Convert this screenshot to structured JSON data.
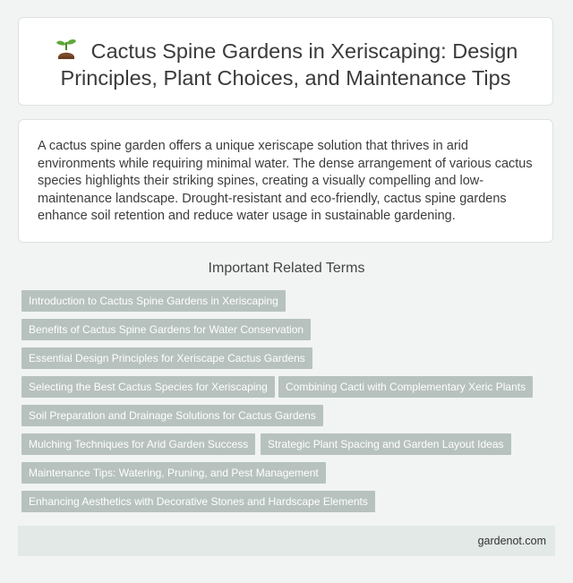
{
  "header": {
    "icon": "seedling-icon",
    "title": "Cactus Spine Gardens in Xeriscaping: Design Principles, Plant Choices, and Maintenance Tips"
  },
  "summary": {
    "text": "A cactus spine garden offers a unique xeriscape solution that thrives in arid environments while requiring minimal water. The dense arrangement of various cactus species highlights their striking spines, creating a visually compelling and low-maintenance landscape. Drought-resistant and eco-friendly, cactus spine gardens enhance soil retention and reduce water usage in sustainable gardening."
  },
  "related": {
    "heading": "Important Related Terms",
    "terms": [
      "Introduction to Cactus Spine Gardens in Xeriscaping",
      "Benefits of Cactus Spine Gardens for Water Conservation",
      "Essential Design Principles for Xeriscape Cactus Gardens",
      "Selecting the Best Cactus Species for Xeriscaping",
      "Combining Cacti with Complementary Xeric Plants",
      "Soil Preparation and Drainage Solutions for Cactus Gardens",
      "Mulching Techniques for Arid Garden Success",
      "Strategic Plant Spacing and Garden Layout Ideas",
      "Maintenance Tips: Watering, Pruning, and Pest Management",
      "Enhancing Aesthetics with Decorative Stones and Hardscape Elements"
    ]
  },
  "footer": {
    "site": "gardenot.com"
  },
  "colors": {
    "background": "#f1f4f3",
    "tag": "#b7c2bf",
    "footer": "#e3e9e6"
  }
}
